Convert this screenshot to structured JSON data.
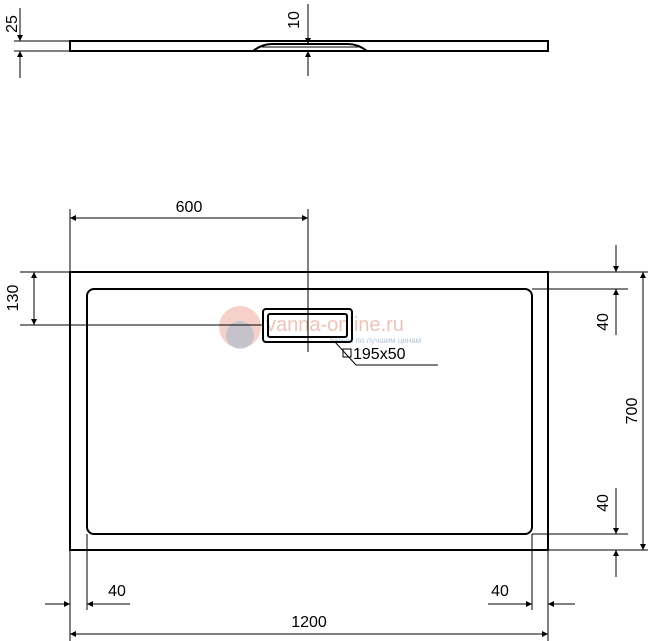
{
  "dimensions": {
    "side_thickness": "25",
    "drain_depth": "10",
    "drain_offset": "600",
    "drain_from_top": "130",
    "drain_size": "195x50",
    "border_top": "40",
    "width_total": "700",
    "border_bottom": "40",
    "border_left": "40",
    "border_right": "40",
    "length_total": "1200"
  },
  "watermark": {
    "text": "vanna-online.ru",
    "subtext": "ванны по лучшим ценам"
  }
}
